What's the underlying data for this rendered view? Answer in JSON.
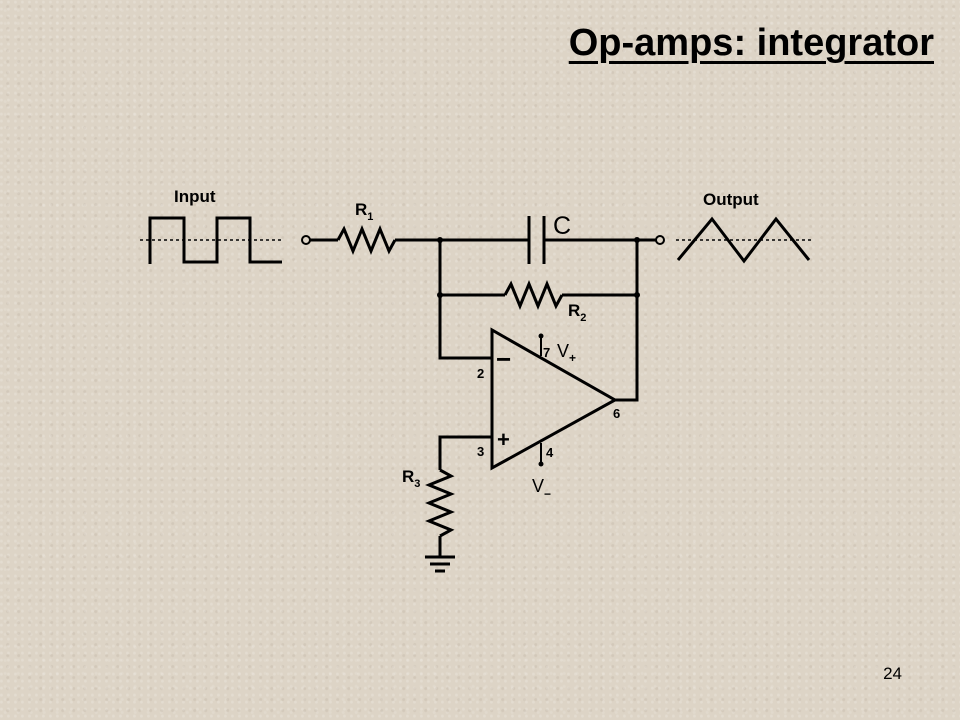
{
  "slide": {
    "title": "Op-amps: integrator",
    "page_number": "24"
  },
  "circuit": {
    "input_label": "Input",
    "output_label": "Output",
    "r1_label": "R",
    "r1_sub": "1",
    "c_label": "C",
    "r2_label": "R",
    "r2_sub": "2",
    "r3_label": "R",
    "r3_sub": "3",
    "vplus_label": "V",
    "vplus_sub": "+",
    "vminus_label": "V",
    "vminus_sub": "−",
    "inverting_sign": "−",
    "noninverting_sign": "+",
    "pin_inverting": "2",
    "pin_noninverting": "3",
    "pin_vplus": "7",
    "pin_vminus": "4",
    "pin_output": "6"
  }
}
